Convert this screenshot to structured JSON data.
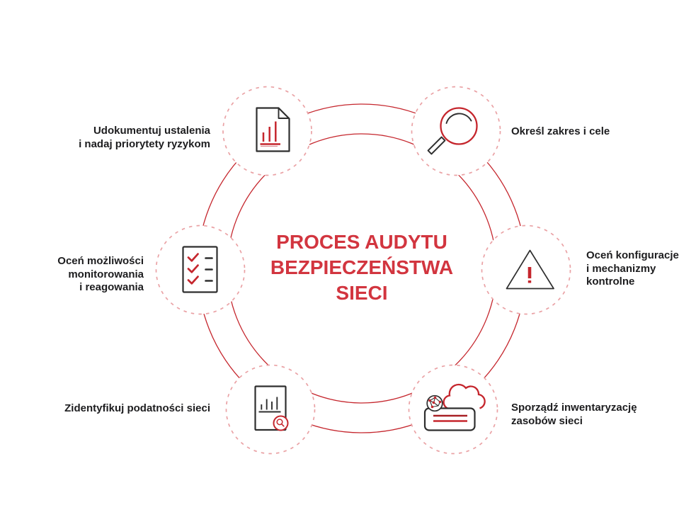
{
  "diagram": {
    "title": "PROCES AUDYTU\nBEZPIECZEŃSTWA\nSIECI",
    "steps": [
      {
        "name": "define-scope-and-goals",
        "label": "Określ zakres i cele",
        "icon": "magnifier-icon",
        "position": "top-right"
      },
      {
        "name": "assess-configurations-and-controls",
        "label": "Oceń konfiguracje\ni mechanizmy\nkontrolne",
        "icon": "warning-triangle-icon",
        "position": "right"
      },
      {
        "name": "inventory-network-assets",
        "label": "Sporządź inwentaryzację\nzasobów sieci",
        "icon": "cloud-network-icon",
        "position": "bottom-right"
      },
      {
        "name": "identify-network-vulnerabilities",
        "label": "Zidentyfikuj podatności sieci",
        "icon": "document-magnifier-icon",
        "position": "bottom-left"
      },
      {
        "name": "assess-monitoring-and-response",
        "label": "Oceń możliwości\nmonitorowania\ni reagowania",
        "icon": "checklist-icon",
        "position": "left"
      },
      {
        "name": "document-findings-prioritize-risks",
        "label": "Udokumentuj ustalenia\ni nadaj priorytety ryzykom",
        "icon": "document-chart-icon",
        "position": "top-left"
      }
    ],
    "colors": {
      "accent_red": "#c5262d",
      "dark_red": "#a82025",
      "title_red": "#d2353f",
      "dashed_circle_pink": "#eaa2a5",
      "light_red_line": "#db9094",
      "icon_dark": "#2e2e2e",
      "text_dark": "#1d1d1f",
      "background": "#ffffff"
    }
  }
}
